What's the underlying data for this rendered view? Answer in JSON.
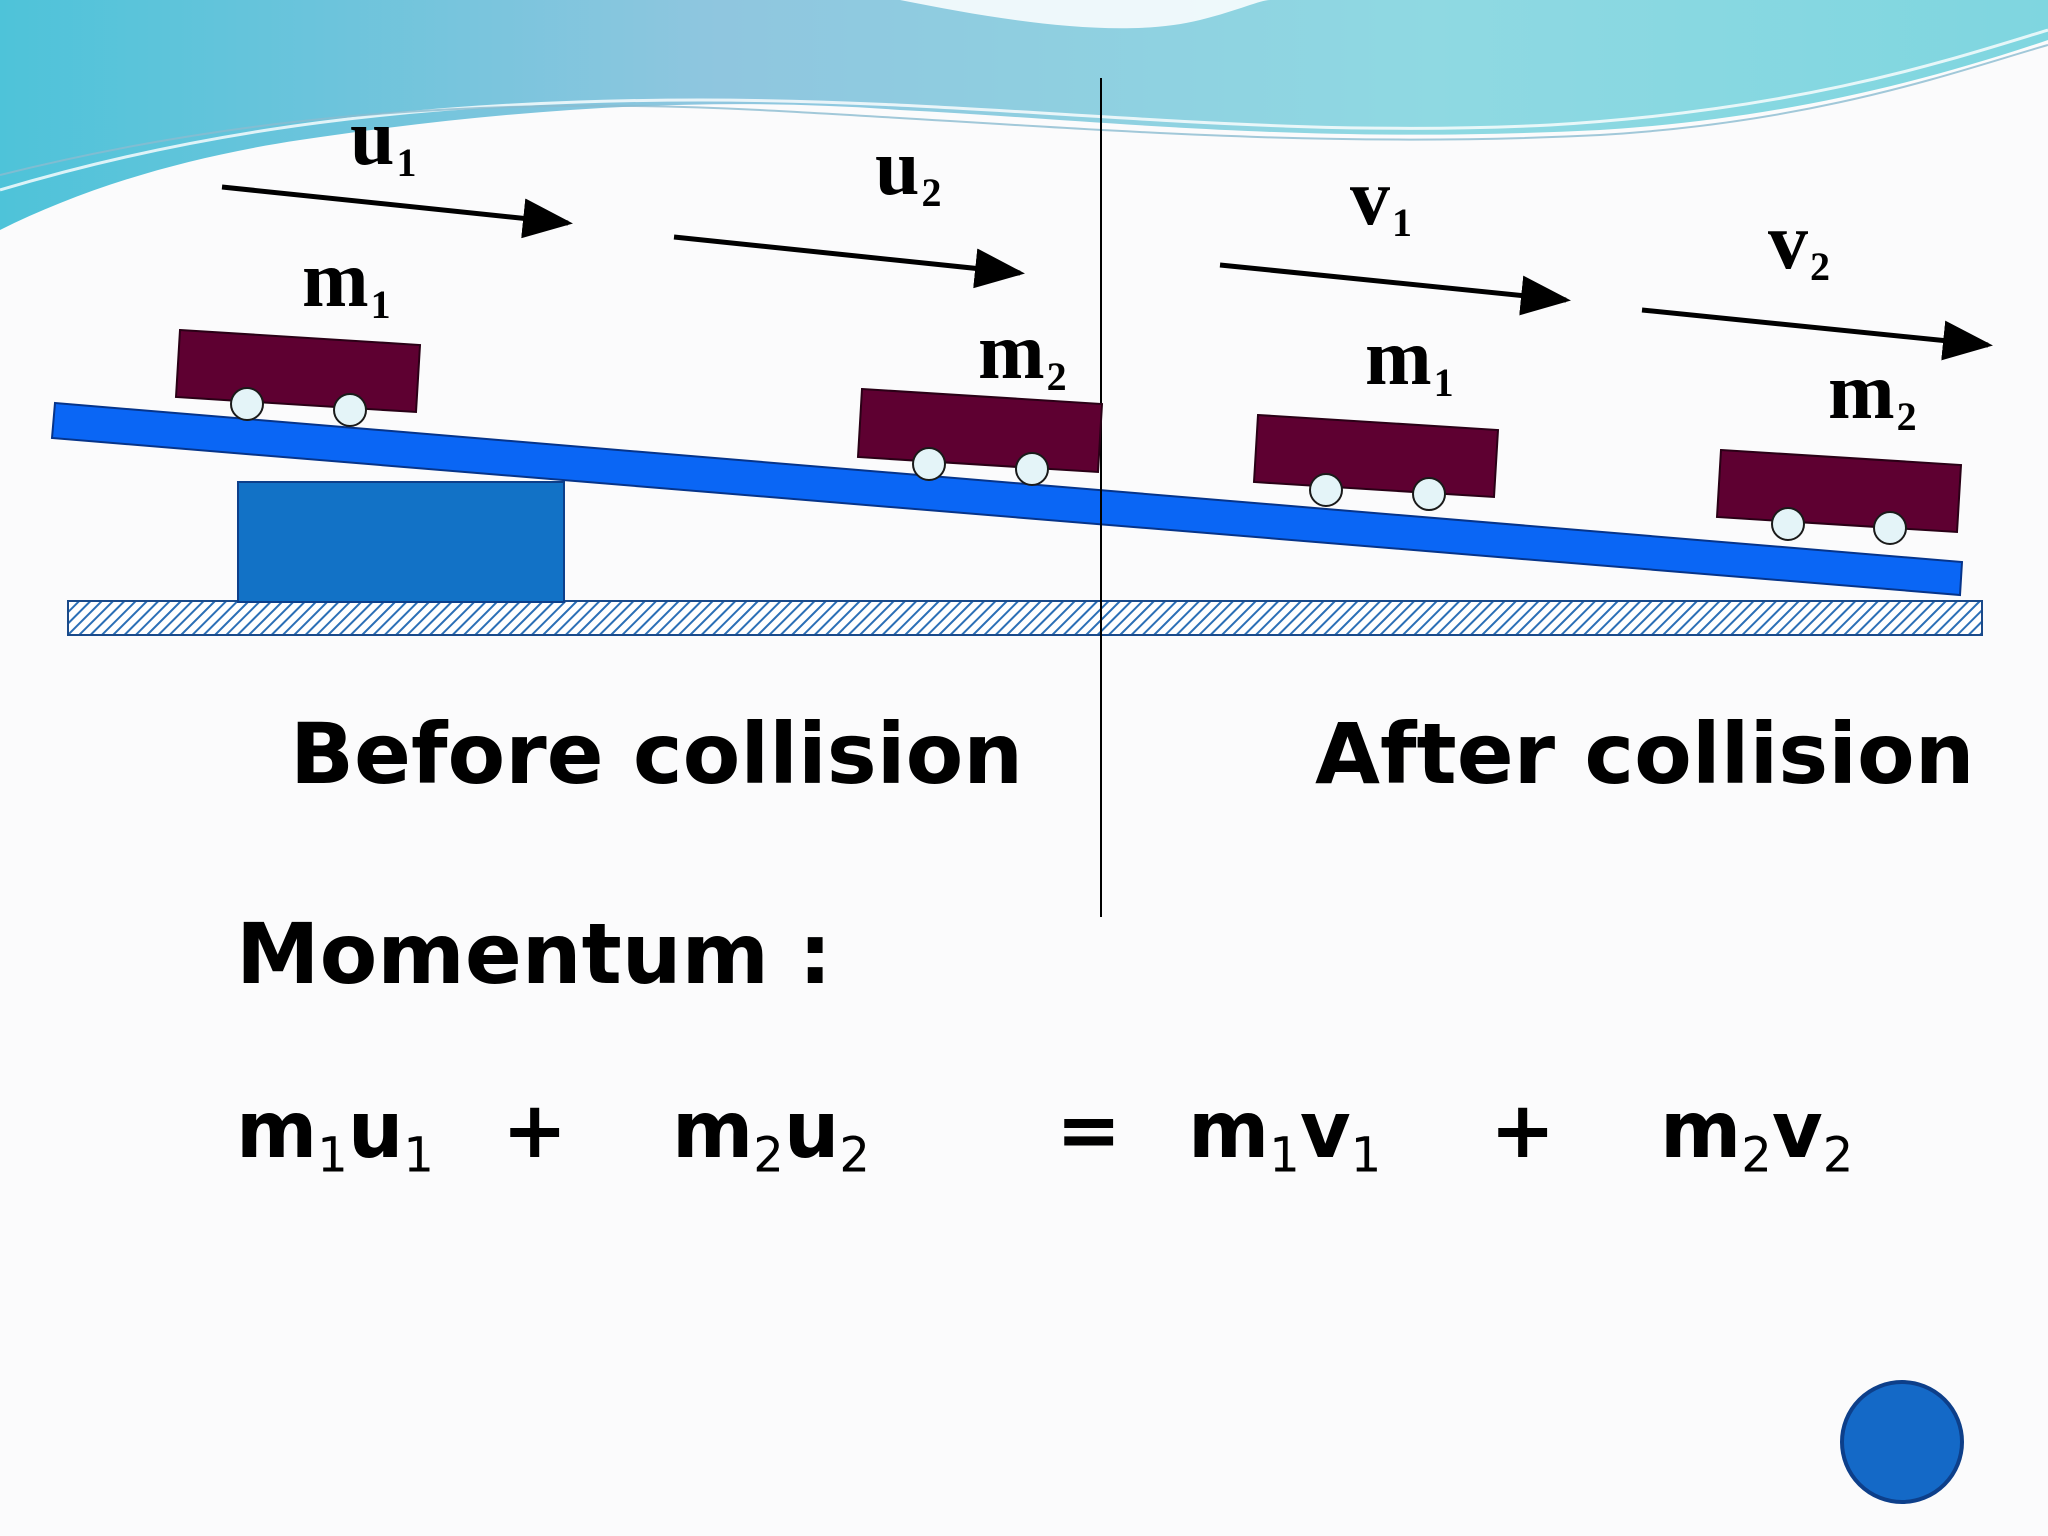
{
  "diagram": {
    "before_label": "Before collision",
    "after_label": "After collision",
    "velocity_labels": {
      "u1": {
        "base": "u",
        "sub": "1"
      },
      "u2": {
        "base": "u",
        "sub": "2"
      },
      "v1": {
        "base": "v",
        "sub": "1"
      },
      "v2": {
        "base": "v",
        "sub": "2"
      }
    },
    "mass_labels": {
      "before_m1": {
        "base": "m",
        "sub": "1"
      },
      "before_m2": {
        "base": "m",
        "sub": "2"
      },
      "after_m1": {
        "base": "m",
        "sub": "1"
      },
      "after_m2": {
        "base": "m",
        "sub": "2"
      }
    }
  },
  "momentum": {
    "heading": "Momentum :",
    "lhs1": {
      "a": "m",
      "a_sub": "1",
      "b": "u",
      "b_sub": "1"
    },
    "plus1": "+",
    "lhs2": {
      "a": "m",
      "a_sub": "2",
      "b": "u",
      "b_sub": "2"
    },
    "equals": "=",
    "rhs1": {
      "a": "m",
      "a_sub": "1",
      "b": "v",
      "b_sub": "1"
    },
    "plus2": "+",
    "rhs2": {
      "a": "m",
      "a_sub": "2",
      "b": "v",
      "b_sub": "2"
    }
  },
  "colors": {
    "ramp": "#0a66f5",
    "cart": "#5e0031",
    "wheel": "#e4f4f8",
    "support_block": "#1272c6",
    "ground_hatch": "#2b6fb6",
    "nav_button": "#1469c7"
  }
}
